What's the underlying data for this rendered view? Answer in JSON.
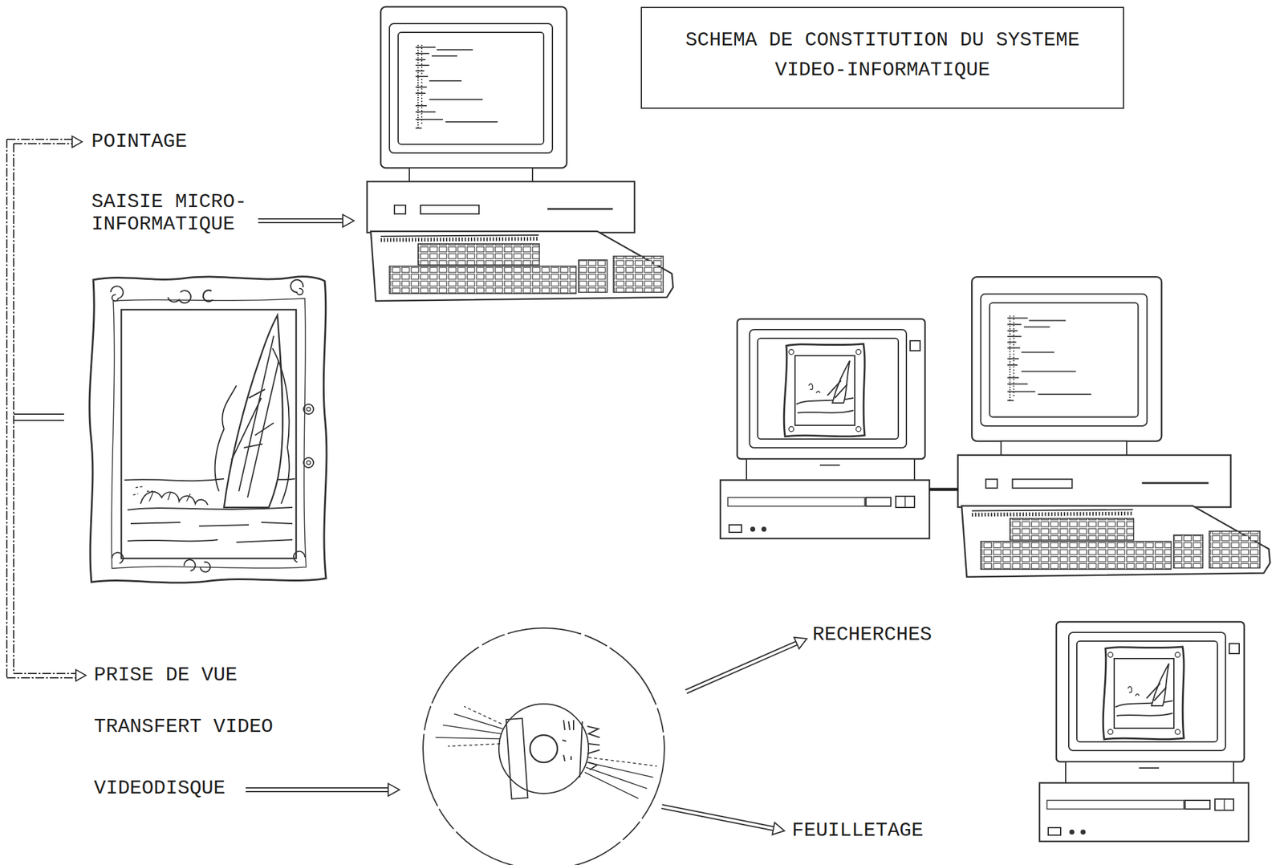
{
  "diagram": {
    "title": "SCHEMA DE CONSTITUTION DU SYSTEME VIDEO-INFORMATIQUE",
    "labels": [
      "POINTAGE",
      "SAISIE MICRO- INFORMATIQUE",
      "PRISE DE VUE",
      "TRANSFERT VIDEO",
      "VIDEODISQUE",
      "RECHERCHES",
      "FEUILLETAGE"
    ]
  }
}
